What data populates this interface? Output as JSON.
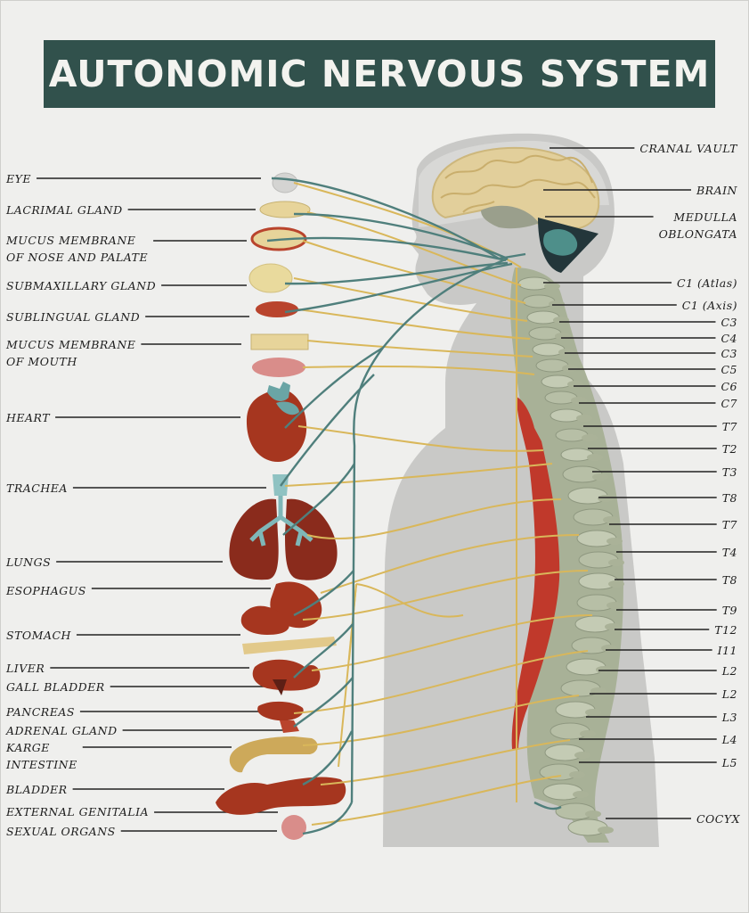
{
  "title": "AUTONOMIC NERVOUS SYSTEM",
  "organ_labels": [
    {
      "id": "eye",
      "lines": [
        "EYE"
      ]
    },
    {
      "id": "lacrimal-gland",
      "lines": [
        "LACRIMAL GLAND"
      ]
    },
    {
      "id": "mucus-membrane-nose-palate",
      "lines": [
        "MUCUS MEMBRANE",
        "OF NOSE AND PALATE"
      ]
    },
    {
      "id": "submaxillary-gland",
      "lines": [
        "SUBMAXILLARY GLAND"
      ]
    },
    {
      "id": "sublingual-gland",
      "lines": [
        "SUBLINGUAL GLAND"
      ]
    },
    {
      "id": "mucus-membrane-mouth",
      "lines": [
        "MUCUS MEMBRANE",
        "OF MOUTH"
      ]
    },
    {
      "id": "heart",
      "lines": [
        "HEART"
      ]
    },
    {
      "id": "trachea",
      "lines": [
        "TRACHEA"
      ]
    },
    {
      "id": "lungs",
      "lines": [
        "LUNGS"
      ]
    },
    {
      "id": "esophagus",
      "lines": [
        "ESOPHAGUS"
      ]
    },
    {
      "id": "stomach",
      "lines": [
        "STOMACH"
      ]
    },
    {
      "id": "liver",
      "lines": [
        "LIVER"
      ]
    },
    {
      "id": "gall-bladder",
      "lines": [
        "GALL BLADDER"
      ]
    },
    {
      "id": "pancreas",
      "lines": [
        "PANCREAS"
      ]
    },
    {
      "id": "adrenal-gland",
      "lines": [
        "ADRENAL GLAND"
      ]
    },
    {
      "id": "karge-intestine",
      "lines": [
        "KARGE",
        "INTESTINE"
      ]
    },
    {
      "id": "bladder",
      "lines": [
        "BLADDER"
      ]
    },
    {
      "id": "external-genitalia",
      "lines": [
        "EXTERNAL GENITALIA"
      ]
    },
    {
      "id": "sexual-organs",
      "lines": [
        "SEXUAL ORGANS"
      ]
    }
  ],
  "spine_labels": [
    {
      "id": "cranal-vault",
      "lines": [
        "CRANAL VAULT"
      ]
    },
    {
      "id": "brain",
      "lines": [
        "BRAIN"
      ]
    },
    {
      "id": "medulla-oblongata",
      "lines": [
        "MEDULLA",
        "OBLONGATA"
      ]
    },
    {
      "id": "c1-atlas",
      "lines": [
        "C1 (Atlas)"
      ]
    },
    {
      "id": "c1-axis",
      "lines": [
        "C1 (Axis)"
      ]
    },
    {
      "id": "c3-a",
      "lines": [
        "C3"
      ]
    },
    {
      "id": "c4",
      "lines": [
        "C4"
      ]
    },
    {
      "id": "c3-b",
      "lines": [
        "C3"
      ]
    },
    {
      "id": "c5",
      "lines": [
        "C5"
      ]
    },
    {
      "id": "c6",
      "lines": [
        "C6"
      ]
    },
    {
      "id": "c7",
      "lines": [
        "C7"
      ]
    },
    {
      "id": "t7-a",
      "lines": [
        "T7"
      ]
    },
    {
      "id": "t2-a",
      "lines": [
        "T2"
      ]
    },
    {
      "id": "t3",
      "lines": [
        "T3"
      ]
    },
    {
      "id": "t8-a",
      "lines": [
        "T8"
      ]
    },
    {
      "id": "t7-b",
      "lines": [
        "T7"
      ]
    },
    {
      "id": "t4",
      "lines": [
        "T4"
      ]
    },
    {
      "id": "t8-b",
      "lines": [
        "T8"
      ]
    },
    {
      "id": "t9",
      "lines": [
        "T9"
      ]
    },
    {
      "id": "t12",
      "lines": [
        "T12"
      ]
    },
    {
      "id": "i11",
      "lines": [
        "I11"
      ]
    },
    {
      "id": "l2-a",
      "lines": [
        "L2"
      ]
    },
    {
      "id": "l2-b",
      "lines": [
        "L2"
      ]
    },
    {
      "id": "l3",
      "lines": [
        "L3"
      ]
    },
    {
      "id": "l4",
      "lines": [
        "L4"
      ]
    },
    {
      "id": "l5",
      "lines": [
        "L5"
      ]
    },
    {
      "id": "cocyx",
      "lines": [
        "COCYX"
      ]
    }
  ],
  "colors": {
    "title_bg": "#31514c",
    "body_silhouette": "#c9c9c7",
    "brain": "#e2cf9b",
    "spine": "#a8b197",
    "spinal_cord": "#c0392b",
    "sympathetic_nerve": "#d9b75a",
    "parasympathetic_nerve": "#4f7f7c",
    "organ_red": "#a6361f",
    "organ_tan": "#e7d49a",
    "organ_pink": "#d98d8a"
  }
}
